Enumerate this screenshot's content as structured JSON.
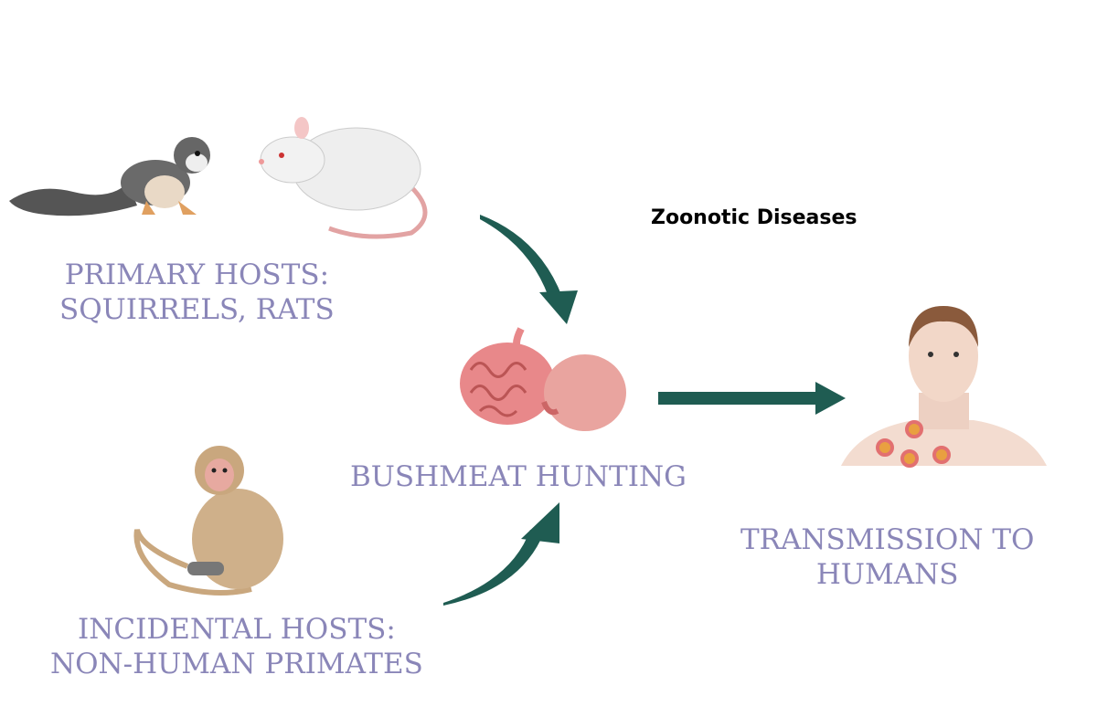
{
  "title": "Zoonotic Diseases",
  "labels": {
    "primary_hosts": [
      "PRIMARY HOSTS:",
      "SQUIRRELS, RATS"
    ],
    "incidental_hosts": [
      "INCIDENTAL HOSTS:",
      "NON-HUMAN PRIMATES"
    ],
    "bushmeat": "BUSHMEAT HUNTING",
    "transmission": [
      "TRANSMISSION TO",
      "HUMANS"
    ]
  },
  "colors": {
    "label": "#8a86b8",
    "arrow": "#1f5c52"
  }
}
